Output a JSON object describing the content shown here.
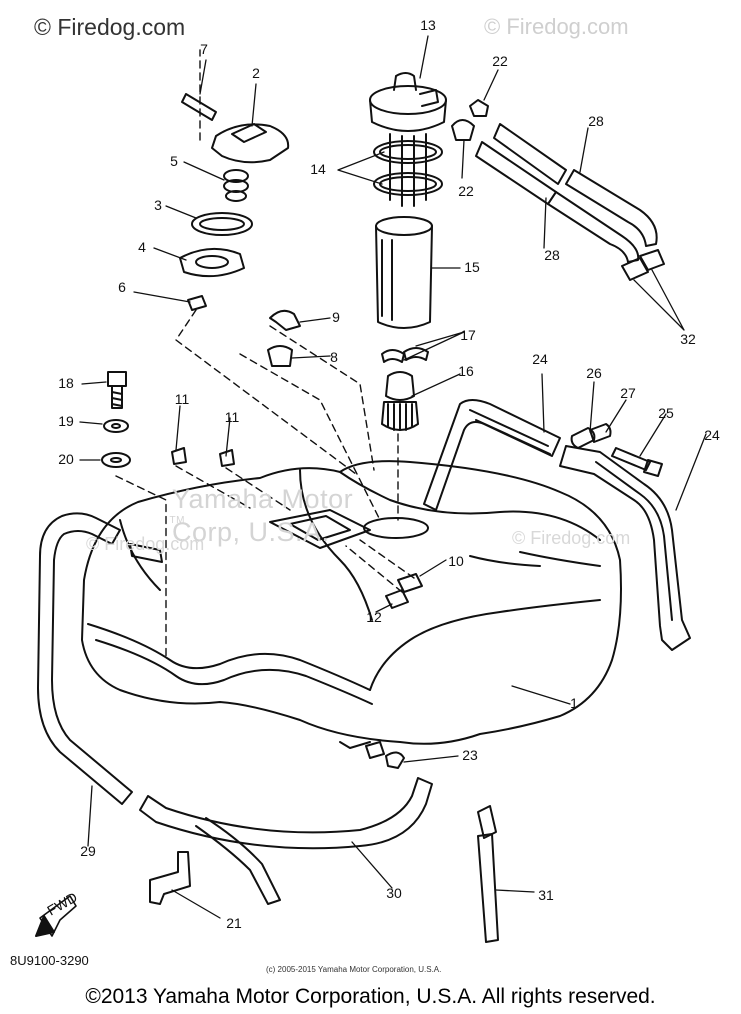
{
  "watermarks": {
    "top_left": "© Firedog.com",
    "top_right": "© Firedog.com",
    "center": "Yamaha Motor Corp, U.S.A.",
    "center_tm": "TM",
    "mid_right": "© Firedog.com",
    "mid_left": "© Firedog.com"
  },
  "callouts": [
    "13",
    "2",
    "7",
    "22",
    "14",
    "22",
    "28",
    "5",
    "3",
    "28",
    "15",
    "4",
    "6",
    "9",
    "8",
    "17",
    "32",
    "18",
    "16",
    "24",
    "26",
    "27",
    "25",
    "11",
    "11",
    "24",
    "19",
    "20",
    "10",
    "12",
    "1",
    "23",
    "29",
    "30",
    "31",
    "21"
  ],
  "fwd_label": "FWD",
  "part_code": "8U9100-3290",
  "small_copyright": "(c) 2005-2015 Yamaha Motor Corporation, U.S.A.",
  "footer": "©2013 Yamaha Motor Corporation, U.S.A. All rights reserved."
}
